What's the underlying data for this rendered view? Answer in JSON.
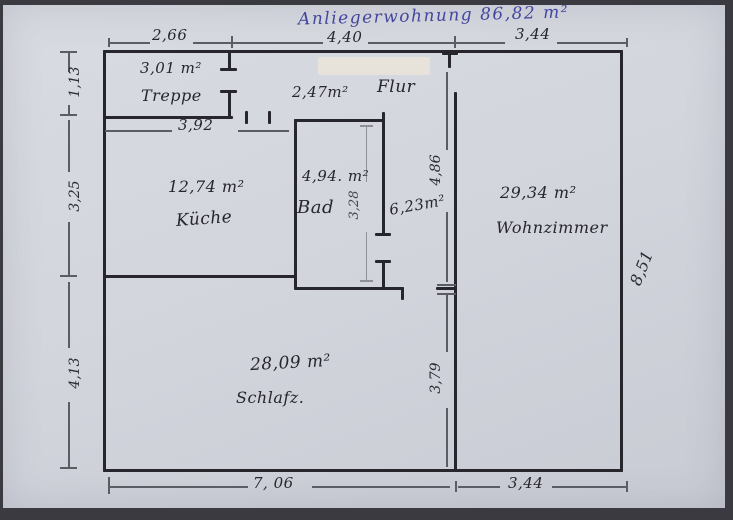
{
  "document": {
    "title": "Anliegerwohnung 86,82 m²"
  },
  "rooms": {
    "treppe": {
      "area": "3,01 m²",
      "label": "Treppe"
    },
    "flur": {
      "area": "2,47m²",
      "label": "Flur"
    },
    "kueche": {
      "area": "12,74 m²",
      "label": "Küche"
    },
    "bad": {
      "area": "4,94. m²",
      "label": "Bad"
    },
    "korridor": {
      "area": "6,23m²"
    },
    "wohnzimmer": {
      "area": "29,34 m²",
      "label": "Wohnzimmer"
    },
    "schlafzimmer": {
      "area": "28,09 m²",
      "label": "Schlafz."
    }
  },
  "dimensions": {
    "top": {
      "left": "2,66",
      "middle": "4,40",
      "right": "3,44"
    },
    "bottom": {
      "left": "7, 06",
      "right": "3,44"
    },
    "left": {
      "upper": "1,13",
      "middle": "3,25",
      "lower": "4,13"
    },
    "right": {
      "full": "8,51"
    },
    "inner": {
      "kueche_width": "3,92",
      "corridor_upper": "4,86",
      "corridor_lower": "3,79",
      "bad_inner": "3,28"
    }
  },
  "colors": {
    "ink": "#26262c",
    "blue_ink": "#44469f",
    "paper": "#d3d5dd",
    "photo_frame": "#3a3a40"
  }
}
